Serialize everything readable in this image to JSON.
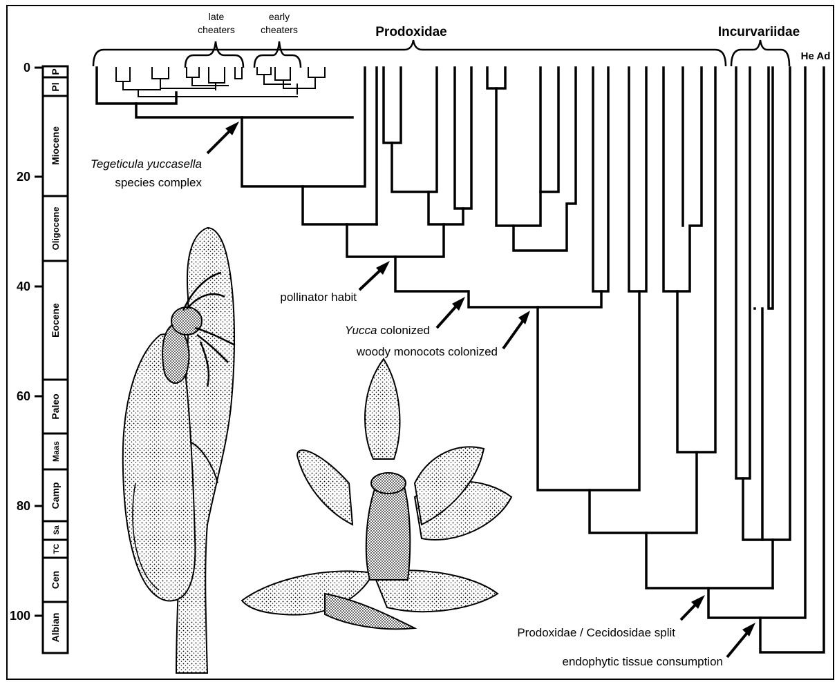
{
  "axis": {
    "ticks": [
      "0",
      "20",
      "40",
      "60",
      "80",
      "100"
    ],
    "epochs": [
      "P",
      "Pl",
      "Miocene",
      "Oligocene",
      "Eocene",
      "Paleo",
      "Maas",
      "Camp",
      "Sa",
      "TC",
      "Cen",
      "Albian"
    ]
  },
  "groups": {
    "prodoxidae": "Prodoxidae",
    "incurvariidae": "Incurvariidae",
    "he_ad": "He Ad",
    "late_cheaters_1": "late",
    "late_cheaters_2": "cheaters",
    "early_cheaters_1": "early",
    "early_cheaters_2": "cheaters"
  },
  "annotations": {
    "tegeticula_1": "Tegeticula yuccasella",
    "tegeticula_2": "species complex",
    "pollinator": "pollinator habit",
    "yucca_ital": "Yucca",
    "yucca_rest": " colonized",
    "woody": "woody monocots colonized",
    "split": "Prodoxidae / Cecidosidae split",
    "endophytic": "endophytic tissue consumption"
  }
}
